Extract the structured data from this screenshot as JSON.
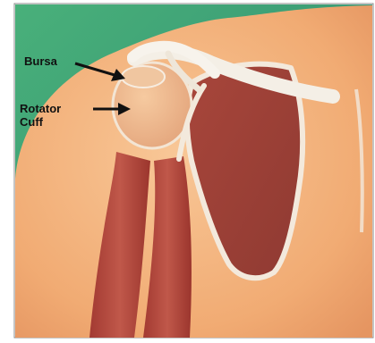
{
  "labels": {
    "bursa": "Bursa",
    "rotator_cuff_line1": "Rotator",
    "rotator_cuff_line2": "Cuff"
  },
  "colors": {
    "background_green": "#3fa86a",
    "background_blue": "#2f76b8",
    "skin": "#f3b07c",
    "muscle": "#b44b3c",
    "bone": "#f2ede2",
    "label_text": "#111111"
  }
}
